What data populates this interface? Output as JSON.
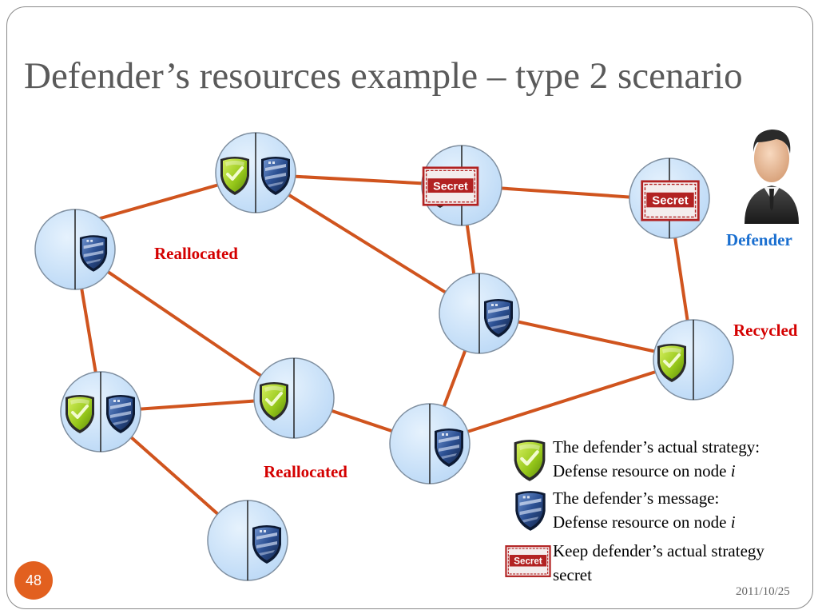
{
  "title": "Defender’s resources example – type 2 scenario",
  "labels": {
    "reallocated_top": "Reallocated",
    "reallocated_bottom": "Reallocated",
    "recycled": "Recycled",
    "defender": "Defender"
  },
  "legend": {
    "actual_strategy_line1": "The defender’s actual strategy:",
    "actual_strategy_line2": "Defense resource on node ",
    "actual_strategy_var": "i",
    "message_line1": "The defender’s message:",
    "message_line2": "Defense resource on node ",
    "message_var": "i",
    "secret_line1": "Keep defender’s actual strategy",
    "secret_line2": "secret"
  },
  "icons": {
    "green_shield": "green-shield-icon",
    "blue_shield": "blue-shield-icon",
    "secret_stamp": "secret-stamp-icon",
    "stamp_text": "Secret"
  },
  "colors": {
    "edge": "#d0541e",
    "node_fill": "#cfe6fb",
    "node_stroke": "#7f8fa0",
    "green_shield": "#9ccc1e",
    "blue_shield": "#2a4f8f",
    "stamp": "#b22222",
    "label_red": "#d40000",
    "label_blue": "#1a6fd0",
    "page_badge": "#e2601f"
  },
  "footer": {
    "page_number": "48",
    "date": "2011/10/25"
  }
}
